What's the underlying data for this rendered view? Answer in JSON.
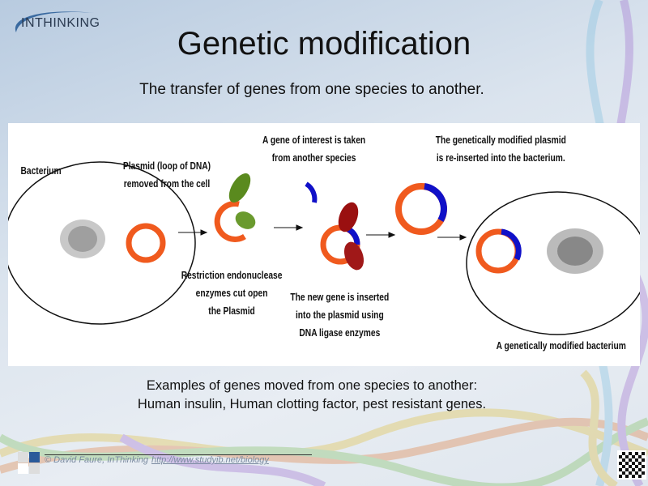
{
  "logo": {
    "text": "INTHINKING"
  },
  "title": "Genetic modification",
  "subtitle": "The transfer of genes from one species to another.",
  "diagram": {
    "labels": {
      "bacterium": "Bacterium",
      "plasmid": [
        "Plasmid (loop of DNA)",
        "removed from the cell"
      ],
      "gene": [
        "A gene of interest is taken",
        "from another species"
      ],
      "reinserted": [
        "The genetically modified plasmid",
        "is re-inserted into the bacterium."
      ],
      "restriction": [
        "Restriction endonuclease",
        "enzymes cut open",
        "the Plasmid"
      ],
      "ligase": [
        "The new gene is inserted",
        "into the plasmid using",
        "DNA ligase enzymes"
      ],
      "modified": "A genetically modified bacterium"
    },
    "colors": {
      "plasmid": "#f05a1e",
      "gene": "#1010c8",
      "enzyme_green": "#5a8a1e",
      "ligase_red": "#9a1010"
    }
  },
  "examples": {
    "line1": "Examples of genes moved from one species to another:",
    "line2": "Human insulin, Human clotting factor, pest resistant genes."
  },
  "footer": {
    "credit": "© David Faure, InThinking",
    "link": "http://www.studyib.net/biology"
  }
}
